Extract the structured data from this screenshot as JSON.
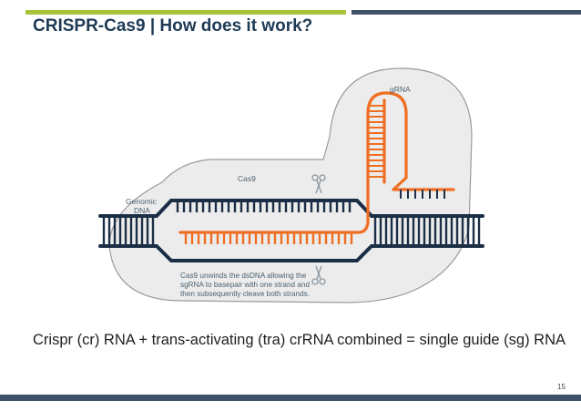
{
  "title": "CRISPR-Cas9 | How does it work?",
  "diagram": {
    "label_grna": "gRNA",
    "label_cas9": "Cas9",
    "label_genomic_line1": "Genomic",
    "label_genomic_line2": "DNA",
    "description_lines": [
      "Cas9 unwinds the dsDNA allowing the",
      "sgRNA to basepair with one strand and",
      "then subsequently cleave both strands."
    ]
  },
  "caption": "Crispr (cr) RNA + trans-activating  (tra) crRNA combined = single guide  (sg) RNA",
  "slide_number": "15",
  "colors": {
    "accent_green": "#a8c43a",
    "navy": "#3d5266",
    "title": "#1e3a55",
    "rna_orange": "#ef6f22",
    "dna_navy": "#1b2e45",
    "cas9_shape": "#ececec",
    "cas9_outline": "#9a9a9a"
  },
  "icons": [
    "scissors-icon-top",
    "scissors-icon-bottom"
  ]
}
